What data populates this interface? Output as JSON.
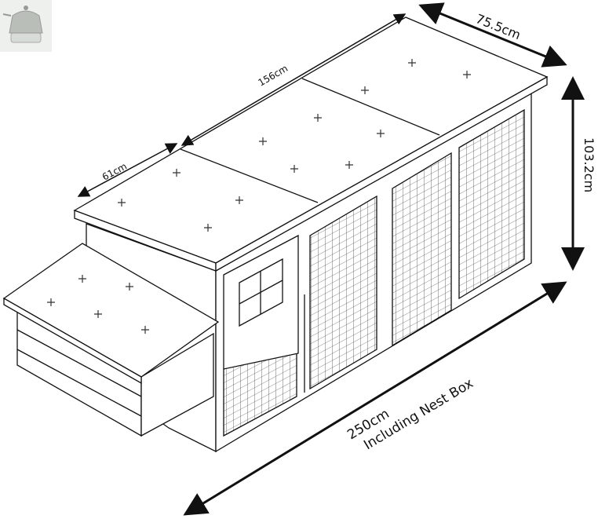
{
  "logo": {
    "label": "crown-logo"
  },
  "dimensions": {
    "depth_top": "75.5cm",
    "length_top": "156cm",
    "roof_depth": "61cm",
    "height": "103.2cm",
    "total_length": "250cm",
    "total_length_note": "Including Nest Box"
  },
  "colors": {
    "line": "#111111",
    "mesh": "#555555",
    "background": "#ffffff"
  }
}
